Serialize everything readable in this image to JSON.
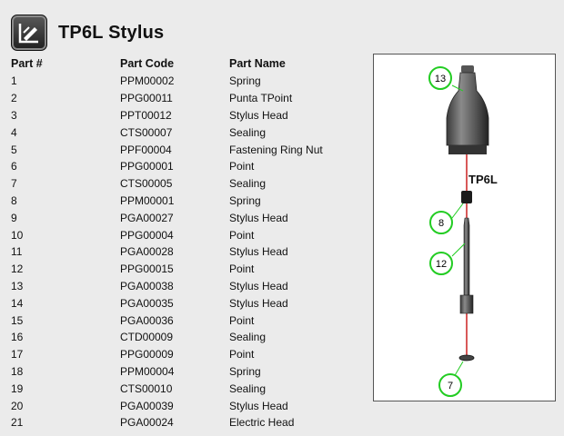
{
  "header": {
    "title": "TP6L Stylus",
    "icon": "stylus-tool-icon"
  },
  "table": {
    "columns": [
      "Part #",
      "Part Code",
      "Part Name"
    ],
    "rows": [
      [
        "1",
        "PPM00002",
        "Spring"
      ],
      [
        "2",
        "PPG00011",
        "Punta TPoint"
      ],
      [
        "3",
        "PPT00012",
        "Stylus Head"
      ],
      [
        "4",
        "CTS00007",
        "Sealing"
      ],
      [
        "5",
        "PPF00004",
        "Fastening Ring Nut"
      ],
      [
        "6",
        "PPG00001",
        "Point"
      ],
      [
        "7",
        "CTS00005",
        "Sealing"
      ],
      [
        "8",
        "PPM00001",
        "Spring"
      ],
      [
        "9",
        "PGA00027",
        "Stylus Head"
      ],
      [
        "10",
        "PPG00004",
        "Point"
      ],
      [
        "11",
        "PGA00028",
        "Stylus Head"
      ],
      [
        "12",
        "PPG00015",
        "Point"
      ],
      [
        "13",
        "PGA00038",
        "Stylus Head"
      ],
      [
        "14",
        "PGA00035",
        "Stylus Head"
      ],
      [
        "15",
        "PGA00036",
        "Point"
      ],
      [
        "16",
        "CTD00009",
        "Sealing"
      ],
      [
        "17",
        "PPG00009",
        "Point"
      ],
      [
        "18",
        "PPM00004",
        "Spring"
      ],
      [
        "19",
        "CTS00010",
        "Sealing"
      ],
      [
        "20",
        "PGA00039",
        "Stylus Head"
      ],
      [
        "21",
        "PGA00024",
        "Electric Head"
      ]
    ]
  },
  "diagram": {
    "callouts": [
      "13",
      "8",
      "12",
      "7"
    ],
    "model_label": "TP6L",
    "callout_color": "#22cc22",
    "axis_color": "#cc2222"
  }
}
